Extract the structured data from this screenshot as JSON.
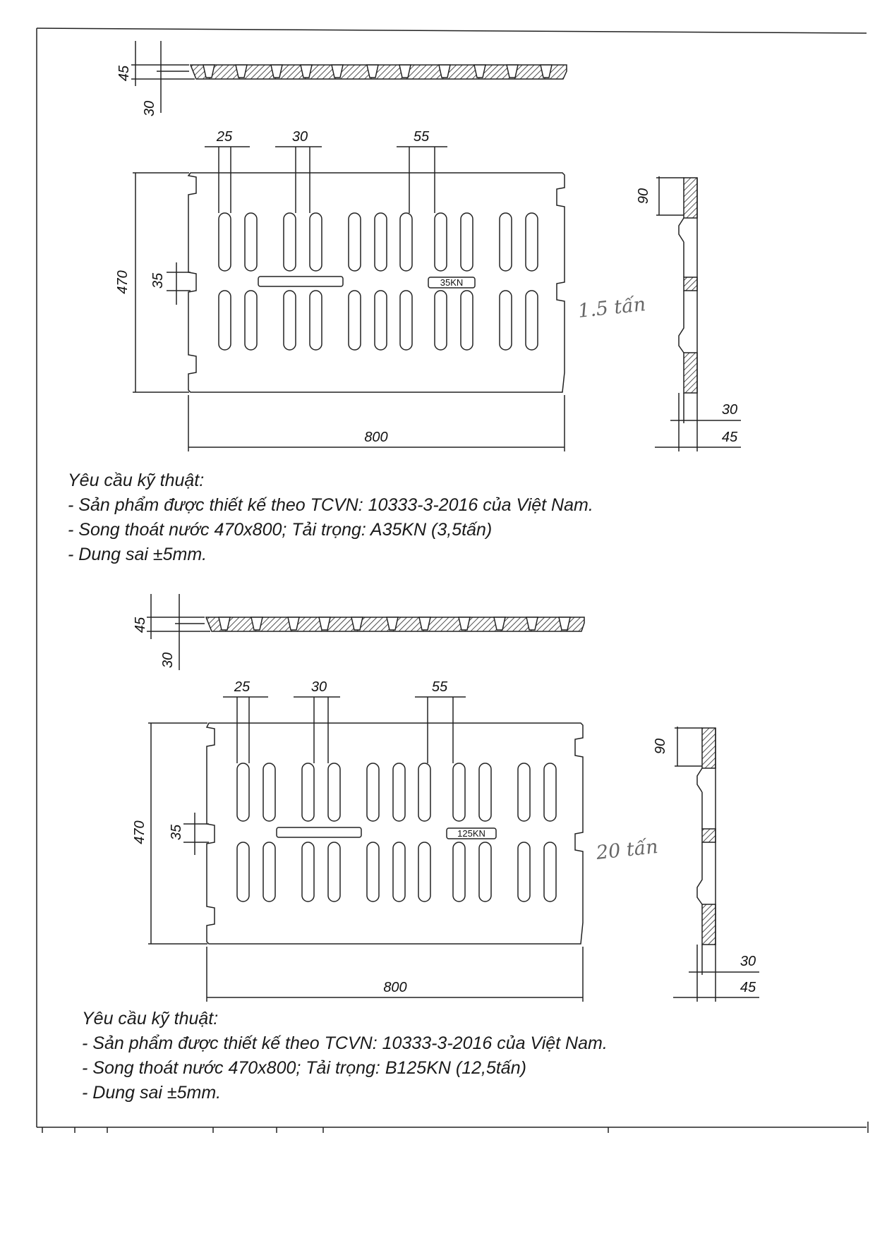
{
  "drawings": [
    {
      "dims": {
        "top_thickness": "45",
        "top_rib": "30",
        "slot_width": "25",
        "rib_width": "30",
        "slot_pitch": "55",
        "height": "470",
        "bar_height": "35",
        "width": "800",
        "side_top": "90",
        "side_rib": "30",
        "side_thickness": "45"
      },
      "badge": "35KN",
      "handwritten_note": "1.5 tấn",
      "requirements": {
        "heading": "Yêu cầu kỹ thuật:",
        "lines": [
          "- Sản phẩm được thiết kế theo TCVN: 10333-3-2016 của Việt Nam.",
          "- Song thoát nước 470x800; Tải trọng: A35KN (3,5tấn)",
          "- Dung sai ±5mm."
        ]
      }
    },
    {
      "dims": {
        "top_thickness": "45",
        "top_rib": "30",
        "slot_width": "25",
        "rib_width": "30",
        "slot_pitch": "55",
        "height": "470",
        "bar_height": "35",
        "width": "800",
        "side_top": "90",
        "side_rib": "30",
        "side_thickness": "45"
      },
      "badge": "125KN",
      "handwritten_note": "20 tấn",
      "requirements": {
        "heading": "Yêu cầu kỹ thuật:",
        "lines": [
          "- Sản phẩm được thiết kế theo TCVN: 10333-3-2016 của Việt Nam.",
          "- Song thoát nước 470x800; Tải trọng: B125KN (12,5tấn)",
          "- Dung sai ±5mm."
        ]
      }
    }
  ]
}
